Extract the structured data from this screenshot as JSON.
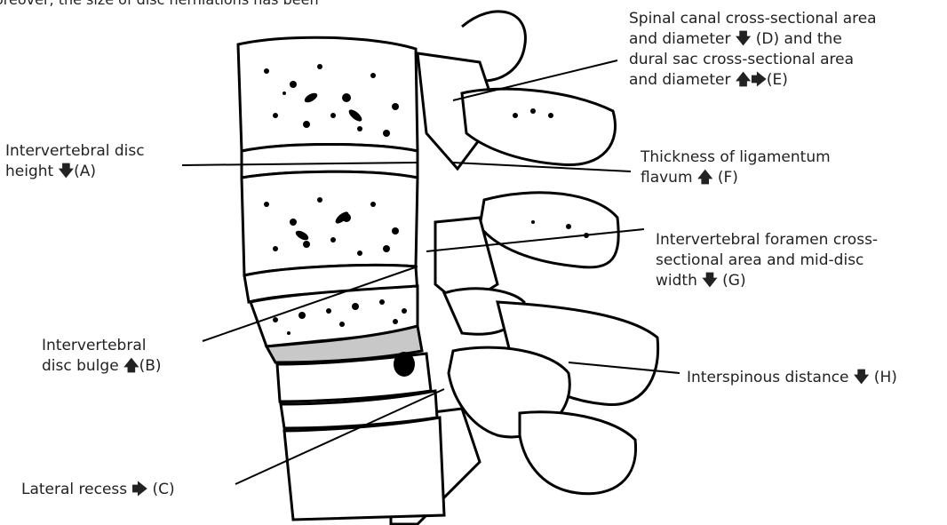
{
  "top_fragment": "oreover, the size of disc herniations has been",
  "arrows": {
    "down": "🡇",
    "up": "🡅",
    "right": "🡆"
  },
  "labels": {
    "A": {
      "line1": "Intervertebral disc",
      "line2_text": "height ",
      "line2_suffix": "(A)"
    },
    "B": {
      "line1": "Intervertebral",
      "line2_text": "disc bulge ",
      "line2_suffix": "(B)"
    },
    "C": {
      "line1_text": "Lateral recess ",
      "line1_suffix": " (C)"
    },
    "D": {
      "line1": "Spinal canal cross-sectional area",
      "line2_text": "and diameter ",
      "line2_suffix": " (D) and the",
      "line3": "dural sac cross-sectional area",
      "line4_text": "and diameter ",
      "line4_suffix": "(E)"
    },
    "F": {
      "line1": "Thickness of ligamentum",
      "line2_text": "flavum ",
      "line2_suffix": " (F)"
    },
    "G": {
      "line1": "Intervertebral foramen cross-",
      "line2": "sectional area and mid-disc",
      "line3_text": "width ",
      "line3_suffix": " (G)"
    },
    "H": {
      "line1_text": "Interspinous distance ",
      "line1_suffix": " (H)"
    }
  }
}
